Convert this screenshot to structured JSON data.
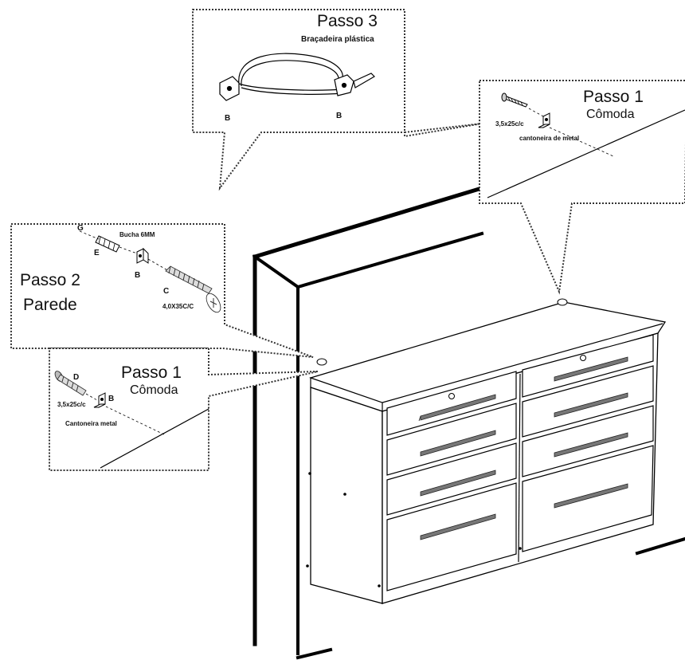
{
  "step3": {
    "title": "Passo 3",
    "subtitle": "Braçadeira plástica",
    "label_left": "B",
    "label_right": "B"
  },
  "step1_top": {
    "title": "Passo 1",
    "subtitle": "Cômoda",
    "screw": "3,5x25c/c",
    "bracket": "cantoneira de metal"
  },
  "step2": {
    "title": "Passo 2",
    "subtitle": "Parede",
    "anchor": "Bucha 6MM",
    "label_e": "E",
    "label_b": "B",
    "label_c": "C",
    "screw": "4,0X35C/C",
    "label_g": "G"
  },
  "step1_left": {
    "title": "Passo 1",
    "subtitle": "Cômoda",
    "label_d": "D",
    "label_b": "B",
    "screw": "3,5x25c/c",
    "bracket": "Cantoneira metal"
  }
}
